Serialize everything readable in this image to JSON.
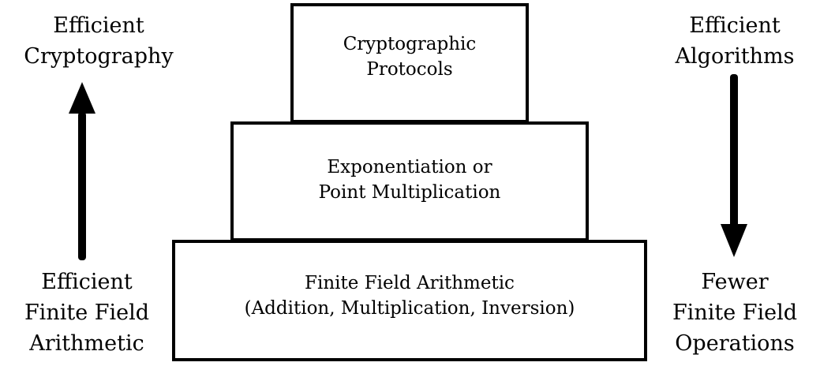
{
  "boxes": {
    "top": {
      "lines": [
        "Cryptographic",
        "Protocols"
      ]
    },
    "middle": {
      "lines": [
        "Exponentiation or",
        "Point Multiplication"
      ]
    },
    "bottom": {
      "lines": [
        "Finite Field Arithmetic",
        "(Addition, Multiplication, Inversion)"
      ]
    }
  },
  "left_side": {
    "top_label": [
      "Efficient",
      "Cryptography"
    ],
    "bottom_label": [
      "Efficient",
      "Finite Field",
      "Arithmetic"
    ],
    "arrow_direction": "up"
  },
  "right_side": {
    "top_label": [
      "Efficient",
      "Algorithms"
    ],
    "bottom_label": [
      "Fewer",
      "Finite Field",
      "Operations"
    ],
    "arrow_direction": "down"
  },
  "colors": {
    "stroke": "#000000",
    "background": "#ffffff"
  }
}
